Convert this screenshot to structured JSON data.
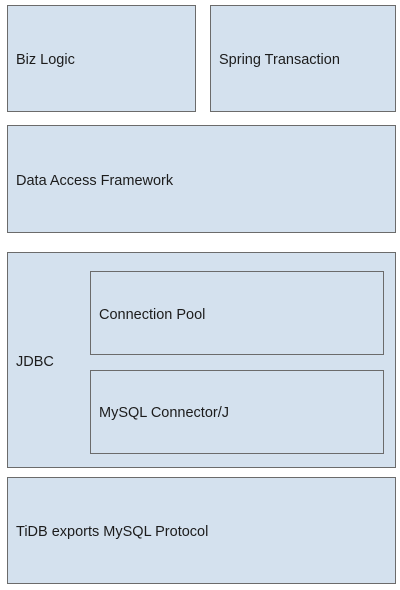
{
  "diagram": {
    "colors": {
      "box_fill": "#d4e1ee",
      "box_border": "#6b6b6b",
      "text": "#1c1c1c"
    },
    "layers": {
      "biz_logic": "Biz Logic",
      "spring_transaction": "Spring Transaction",
      "data_access_framework": "Data Access Framework",
      "jdbc": "JDBC",
      "connection_pool": "Connection Pool",
      "mysql_connector": "MySQL Connector/J",
      "tidb": "TiDB exports MySQL Protocol"
    }
  }
}
